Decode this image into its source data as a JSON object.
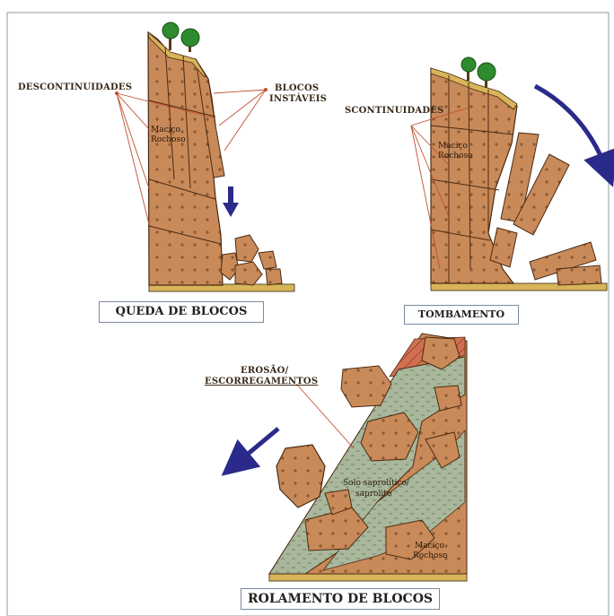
{
  "panels": {
    "queda": {
      "label_discontinuidades": "DESCONTINUIDADES",
      "label_blocos_1": "BLOCOS",
      "label_blocos_2": "INSTÁVEIS",
      "macico_1": "Maciço",
      "macico_2": "Rochoso",
      "caption": "QUEDA DE BLOCOS"
    },
    "tombamento": {
      "label_discontinuidades": "SCONTINUIDADES",
      "macico_1": "Maciço",
      "macico_2": "Rochoso",
      "caption": "TOMBAMENTO"
    },
    "rolamento": {
      "label_erosao_1": "EROSÃO/",
      "label_erosao_2": "ESCORREGAMENTOS",
      "solo_1": "Solo saprolítico/",
      "solo_2": "saprolito",
      "macico_1": "Maciço",
      "macico_2": "Rochoso",
      "caption": "ROLAMENTO DE BLOCOS"
    }
  },
  "colors": {
    "rock": "#c98a5a",
    "rock_dark": "#a8683c",
    "ground": "#d8b45a",
    "soil": "#a8b49a",
    "arrow": "#2a2a8a",
    "leader": "#c05030",
    "tree": "#2e8b2e"
  }
}
